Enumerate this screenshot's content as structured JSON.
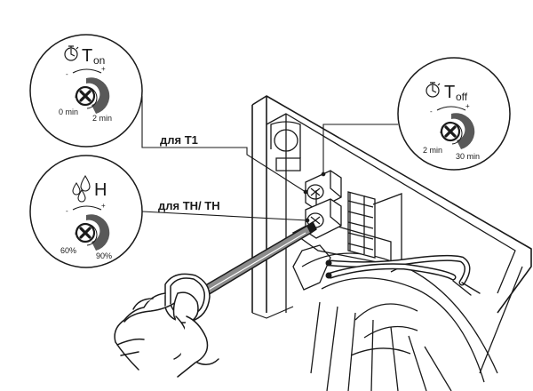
{
  "callouts": {
    "t1_label": "для T1",
    "th_label": "для TH/ TH"
  },
  "knobs": {
    "ton": {
      "symbol": "T",
      "subscript": "on",
      "icon": "stopwatch-icon",
      "min_label": "0 min",
      "max_label": "2 min",
      "minus": "-",
      "plus": "+"
    },
    "toff": {
      "symbol": "T",
      "subscript": "off",
      "icon": "stopwatch-icon",
      "min_label": "2 min",
      "max_label": "30 min",
      "minus": "-",
      "plus": "+"
    },
    "h": {
      "symbol": "H",
      "icon": "water-drops-icon",
      "min_label": "60%",
      "max_label": "90%",
      "minus": "-",
      "plus": "+"
    }
  },
  "colors": {
    "ink": "#1a1a1a",
    "dial_fill": "#595959",
    "background": "#ffffff"
  }
}
